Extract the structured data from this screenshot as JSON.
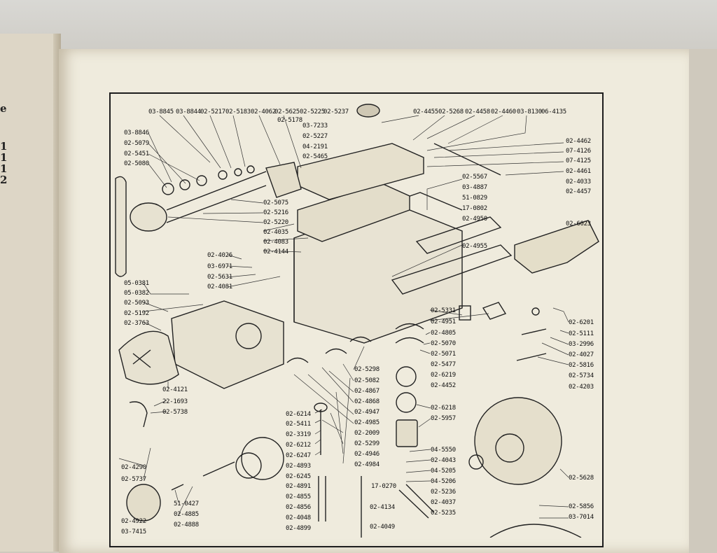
{
  "left_page": {
    "marks": [
      "e",
      "1",
      "1",
      "1",
      "2"
    ]
  },
  "labels": {
    "top": [
      "03-8845",
      "03-8844",
      "02-5217",
      "02-5183",
      "02-4062",
      "02-5625",
      "02-5225",
      "02-5237",
      "02-4455",
      "02-5268",
      "02-4458",
      "02-4460",
      "03-8130",
      "06-4135"
    ],
    "top_sub": [
      "02-5178"
    ],
    "left_upper": [
      "03-8846",
      "02-5079",
      "02-5451",
      "02-5080"
    ],
    "center_small": [
      "03-7233",
      "02-5227",
      "04-2191",
      "02-5465"
    ],
    "right_upper": [
      "02-4462",
      "07-4126",
      "07-4125",
      "02-4461",
      "02-4033",
      "02-4457"
    ],
    "middle_col": [
      "02-5567",
      "03-4887",
      "51-0829",
      "17-0802",
      "02-4950"
    ],
    "fan_col": [
      "02-5075",
      "02-5216",
      "02-5220",
      "02-4035",
      "02-4083",
      "02-4144"
    ],
    "right_mid": [
      "02-6023",
      "02-4955"
    ],
    "left_mid": [
      "02-4026",
      "03-6971",
      "02-5631",
      "02-4081"
    ],
    "left_lower": [
      "05-0381",
      "05-0382",
      "02-5093",
      "02-5192",
      "02-3763"
    ],
    "bearing_col": [
      "02-5331",
      "02-4951",
      "02-4805",
      "02-5070",
      "02-5071",
      "02-5477",
      "02-6219",
      "02-4452"
    ],
    "right_lower": [
      "02-6201",
      "02-5111",
      "03-2996",
      "02-4027",
      "02-5816",
      "02-5734",
      "02-4203"
    ],
    "crank_col": [
      "02-5298",
      "02-5082",
      "02-4867",
      "02-4868",
      "02-4947",
      "02-4985",
      "02-2009",
      "02-5299",
      "02-4946",
      "02-4984"
    ],
    "left_bottom": [
      "02-4121",
      "22-1693",
      "02-5738"
    ],
    "valve_col": [
      "02-6214",
      "02-5411",
      "02-3319",
      "02-6212",
      "02-6247",
      "02-4893",
      "02-6245",
      "02-4891",
      "02-4855",
      "02-4856",
      "02-4048",
      "02-4899"
    ],
    "piston_col": [
      "02-6218",
      "02-5957",
      "04-5550",
      "02-4043",
      "04-5205",
      "04-5206",
      "02-5236",
      "02-4037",
      "02-5235"
    ],
    "bottom_left": [
      "02-4290",
      "02-5737",
      "51-0427",
      "02-4885",
      "02-4888",
      "02-4922",
      "03-7415"
    ],
    "bottom_mid": [
      "17-0270",
      "02-4134",
      "02-4049"
    ],
    "bottom_right": [
      "02-5628",
      "02-5856",
      "03-7014"
    ]
  }
}
